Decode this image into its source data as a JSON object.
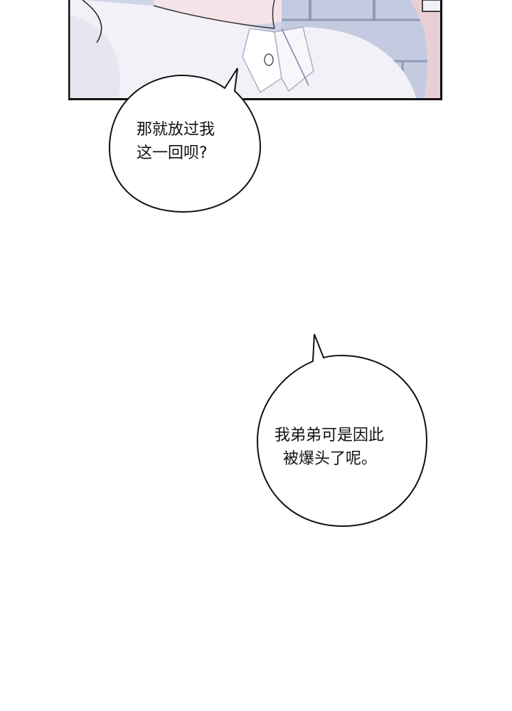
{
  "panel": {
    "colors": {
      "shirt": "#f3f1f8",
      "shirt_shadow": "#dcdbe9",
      "skin": "#f7e6ea",
      "background": "#c9d0e3",
      "window_frame": "#8e9ab5",
      "border": "#111111"
    }
  },
  "bubbles": [
    {
      "lines": [
        "那就放过我",
        "这一回呗?"
      ]
    },
    {
      "lines": [
        "我弟弟可是因此",
        "被爆头了呢。"
      ]
    }
  ],
  "colors": {
    "page_background": "#ffffff",
    "bubble_fill": "#ffffff",
    "bubble_outline": "#111111",
    "text": "#111111"
  }
}
